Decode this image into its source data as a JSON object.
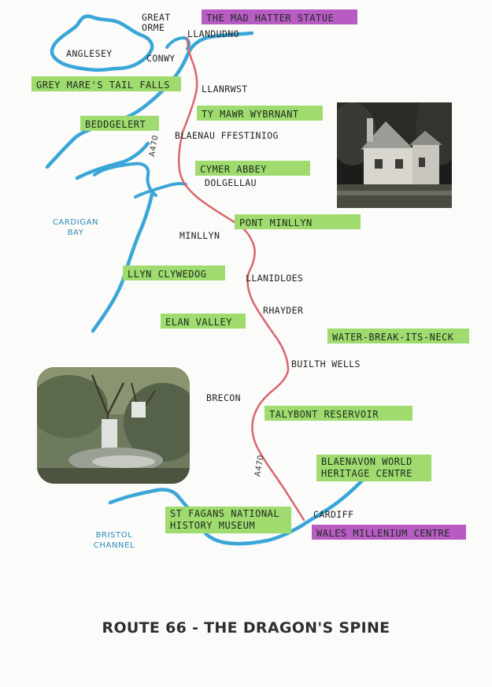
{
  "title": "ROUTE 66 - THE DRAGON'S SPINE",
  "road_labels": [
    "A470",
    "A470"
  ],
  "sea_labels": {
    "cardigan_bay": "CARDIGAN\nBAY",
    "bristol_channel": "BRISTOL\nCHANNEL"
  },
  "towns": {
    "great_orme": "GREAT\nORME",
    "llandudno": "LLANDUDNO",
    "anglesey": "ANGLESEY",
    "conwy": "CONWY",
    "llanrwst": "LLANRWST",
    "blaenau_ffestiniog": "BLAENAU FFESTINIOG",
    "dolgellau": "DOLGELLAU",
    "minllyn": "MINLLYN",
    "llanidloes": "LLANIDLOES",
    "rhayder": "RHAYDER",
    "builth_wells": "BUILTH WELLS",
    "brecon": "BRECON",
    "cardiff": "CARDIFF"
  },
  "attractions": {
    "mad_hatter": "THE MAD HATTER STATUE",
    "grey_mares_tail": "GREY MARE'S TAIL FALLS",
    "ty_mawr": "TY MAWR WYBRNANT",
    "beddgelert": "BEDDGELERT",
    "cymer_abbey": "CYMER ABBEY",
    "pont_minllyn": "PONT MINLLYN",
    "llyn_clywedog": "LLYN CLYWEDOG",
    "elan_valley": "ELAN VALLEY",
    "water_break": "WATER-BREAK-ITS-NECK",
    "talybont": "TALYBONT RESERVOIR",
    "blaenavon": "BLAENAVON WORLD\nHERITAGE CENTRE",
    "st_fagans": "ST FAGANS NATIONAL\nHISTORY MUSEUM",
    "wales_millenium": "WALES MILLENIUM CENTRE"
  },
  "colors": {
    "coastline": "#3aa6d8",
    "road": "#d9666e",
    "green_box": "#9fdb6e",
    "purple_box": "#b85cc4"
  }
}
